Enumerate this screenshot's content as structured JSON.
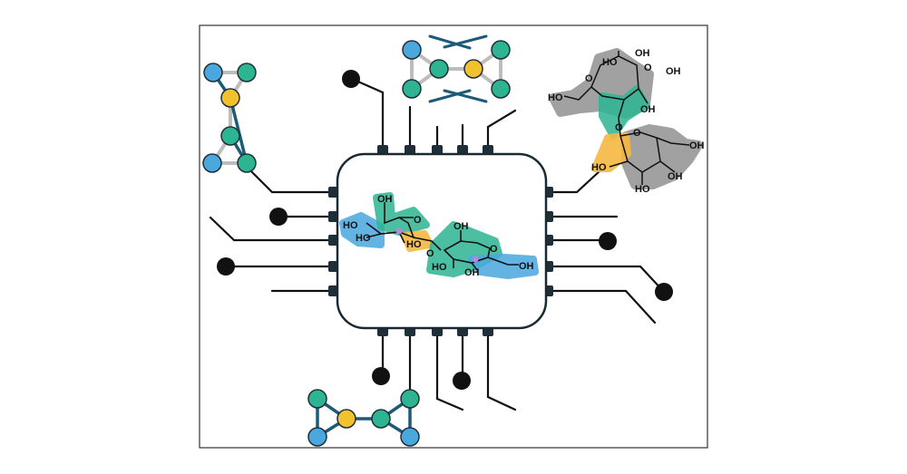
{
  "colors": {
    "background": "#ffffff",
    "frame": "#333333",
    "chip_fill": "#ffffff",
    "chip_stroke": "#1a2a33",
    "pin": "#1f2f3a",
    "wire": "#111111",
    "node_blue": "#4aa8df",
    "node_green": "#2db592",
    "node_yellow": "#f2c12e",
    "bond_dark": "#1d5a78",
    "bond_light": "#bdbdbd",
    "highlight_blue": "#4aa8df",
    "highlight_green": "#2db592",
    "highlight_orange": "#f5b942",
    "highlight_grey": "#8a8a8a",
    "ring_atom_purple": "#b48ad8"
  },
  "center_molecule": {
    "left_ring": {
      "labels": [
        "OH",
        "HO",
        "HO",
        "HO"
      ]
    },
    "right_ring": {
      "labels": [
        "OH",
        "O",
        "HO",
        "OH",
        "OH"
      ]
    },
    "ring_oxygens": [
      "O",
      "O"
    ]
  },
  "corner_molecule": {
    "labels": [
      "HO",
      "O",
      "HO",
      "OH",
      "O",
      "O",
      "HO",
      "O",
      "OH",
      "HO",
      "OH",
      "OH",
      "OH"
    ]
  },
  "icons": [
    "circuit-chip-icon",
    "molecular-graph-icon"
  ]
}
